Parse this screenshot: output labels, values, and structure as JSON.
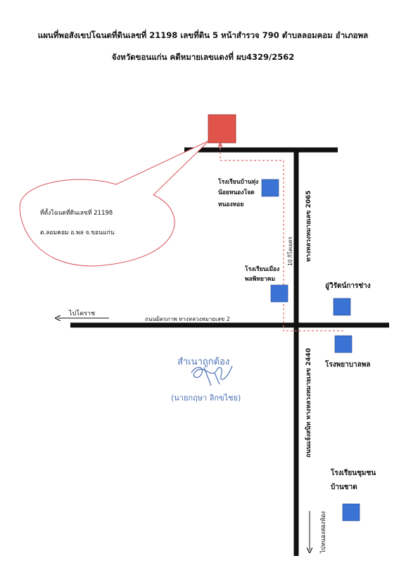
{
  "header": {
    "line1": "แผนที่พอสังเขปโฉนดที่ดินเลขที่ 21198 เลขที่ดิน 5 หน้าสำรวจ 790 ตำบลลอมคอม อำเภอพล",
    "line2": "จังหวัดขอนแก่น คดีหมายเลขแดงที่ ผบ4329/2562"
  },
  "callout": {
    "line1": "ที่ตั้งโฉนดที่ดินเลขที่ 21198",
    "line2": "ต.ลอมคอม อ.พล จ.ขอนแก่น"
  },
  "landmarks": {
    "school_ban_thung_1": "โรงเรียนบ้านทุ่ง",
    "school_ban_thung_2": "น้อยหนองโจด",
    "school_ban_thung_3": "หนองหอย",
    "school_mueang_1": "โรงเรียนเมือง",
    "school_mueang_2": "พลพิทยาคม",
    "shop": "อู่วิรัตน์การช่าง",
    "hospital": "โรงพยาบาลพล",
    "school_chumchon_1": "โรงเรียนชุมชน",
    "school_chumchon_2": "บ้านชาด"
  },
  "roads": {
    "hwy_2065": "ทางหลวงหมายเลข 2065",
    "distance": "10 กิโลเมตร",
    "mittraphap": "ถนนมิตรภาพ ทางหลวงหมายเลข 2",
    "to_khorat": "ไปโคราช",
    "chaeng_sanit": "ถนนแจ้งสนิท ทางหลวงหมายเลข 2440",
    "to_nong_song_hong": "ไปหนองสองห้อง"
  },
  "stamp": {
    "certified": "สำเนาถูกต้อง",
    "name": "(นายกฤษา ลิกขไชย)"
  },
  "colors": {
    "parcel": "#e0544c",
    "landmark": "#3b73d4",
    "route": "#e06a70",
    "road": "#111111",
    "stamp": "#4a6fb5"
  }
}
